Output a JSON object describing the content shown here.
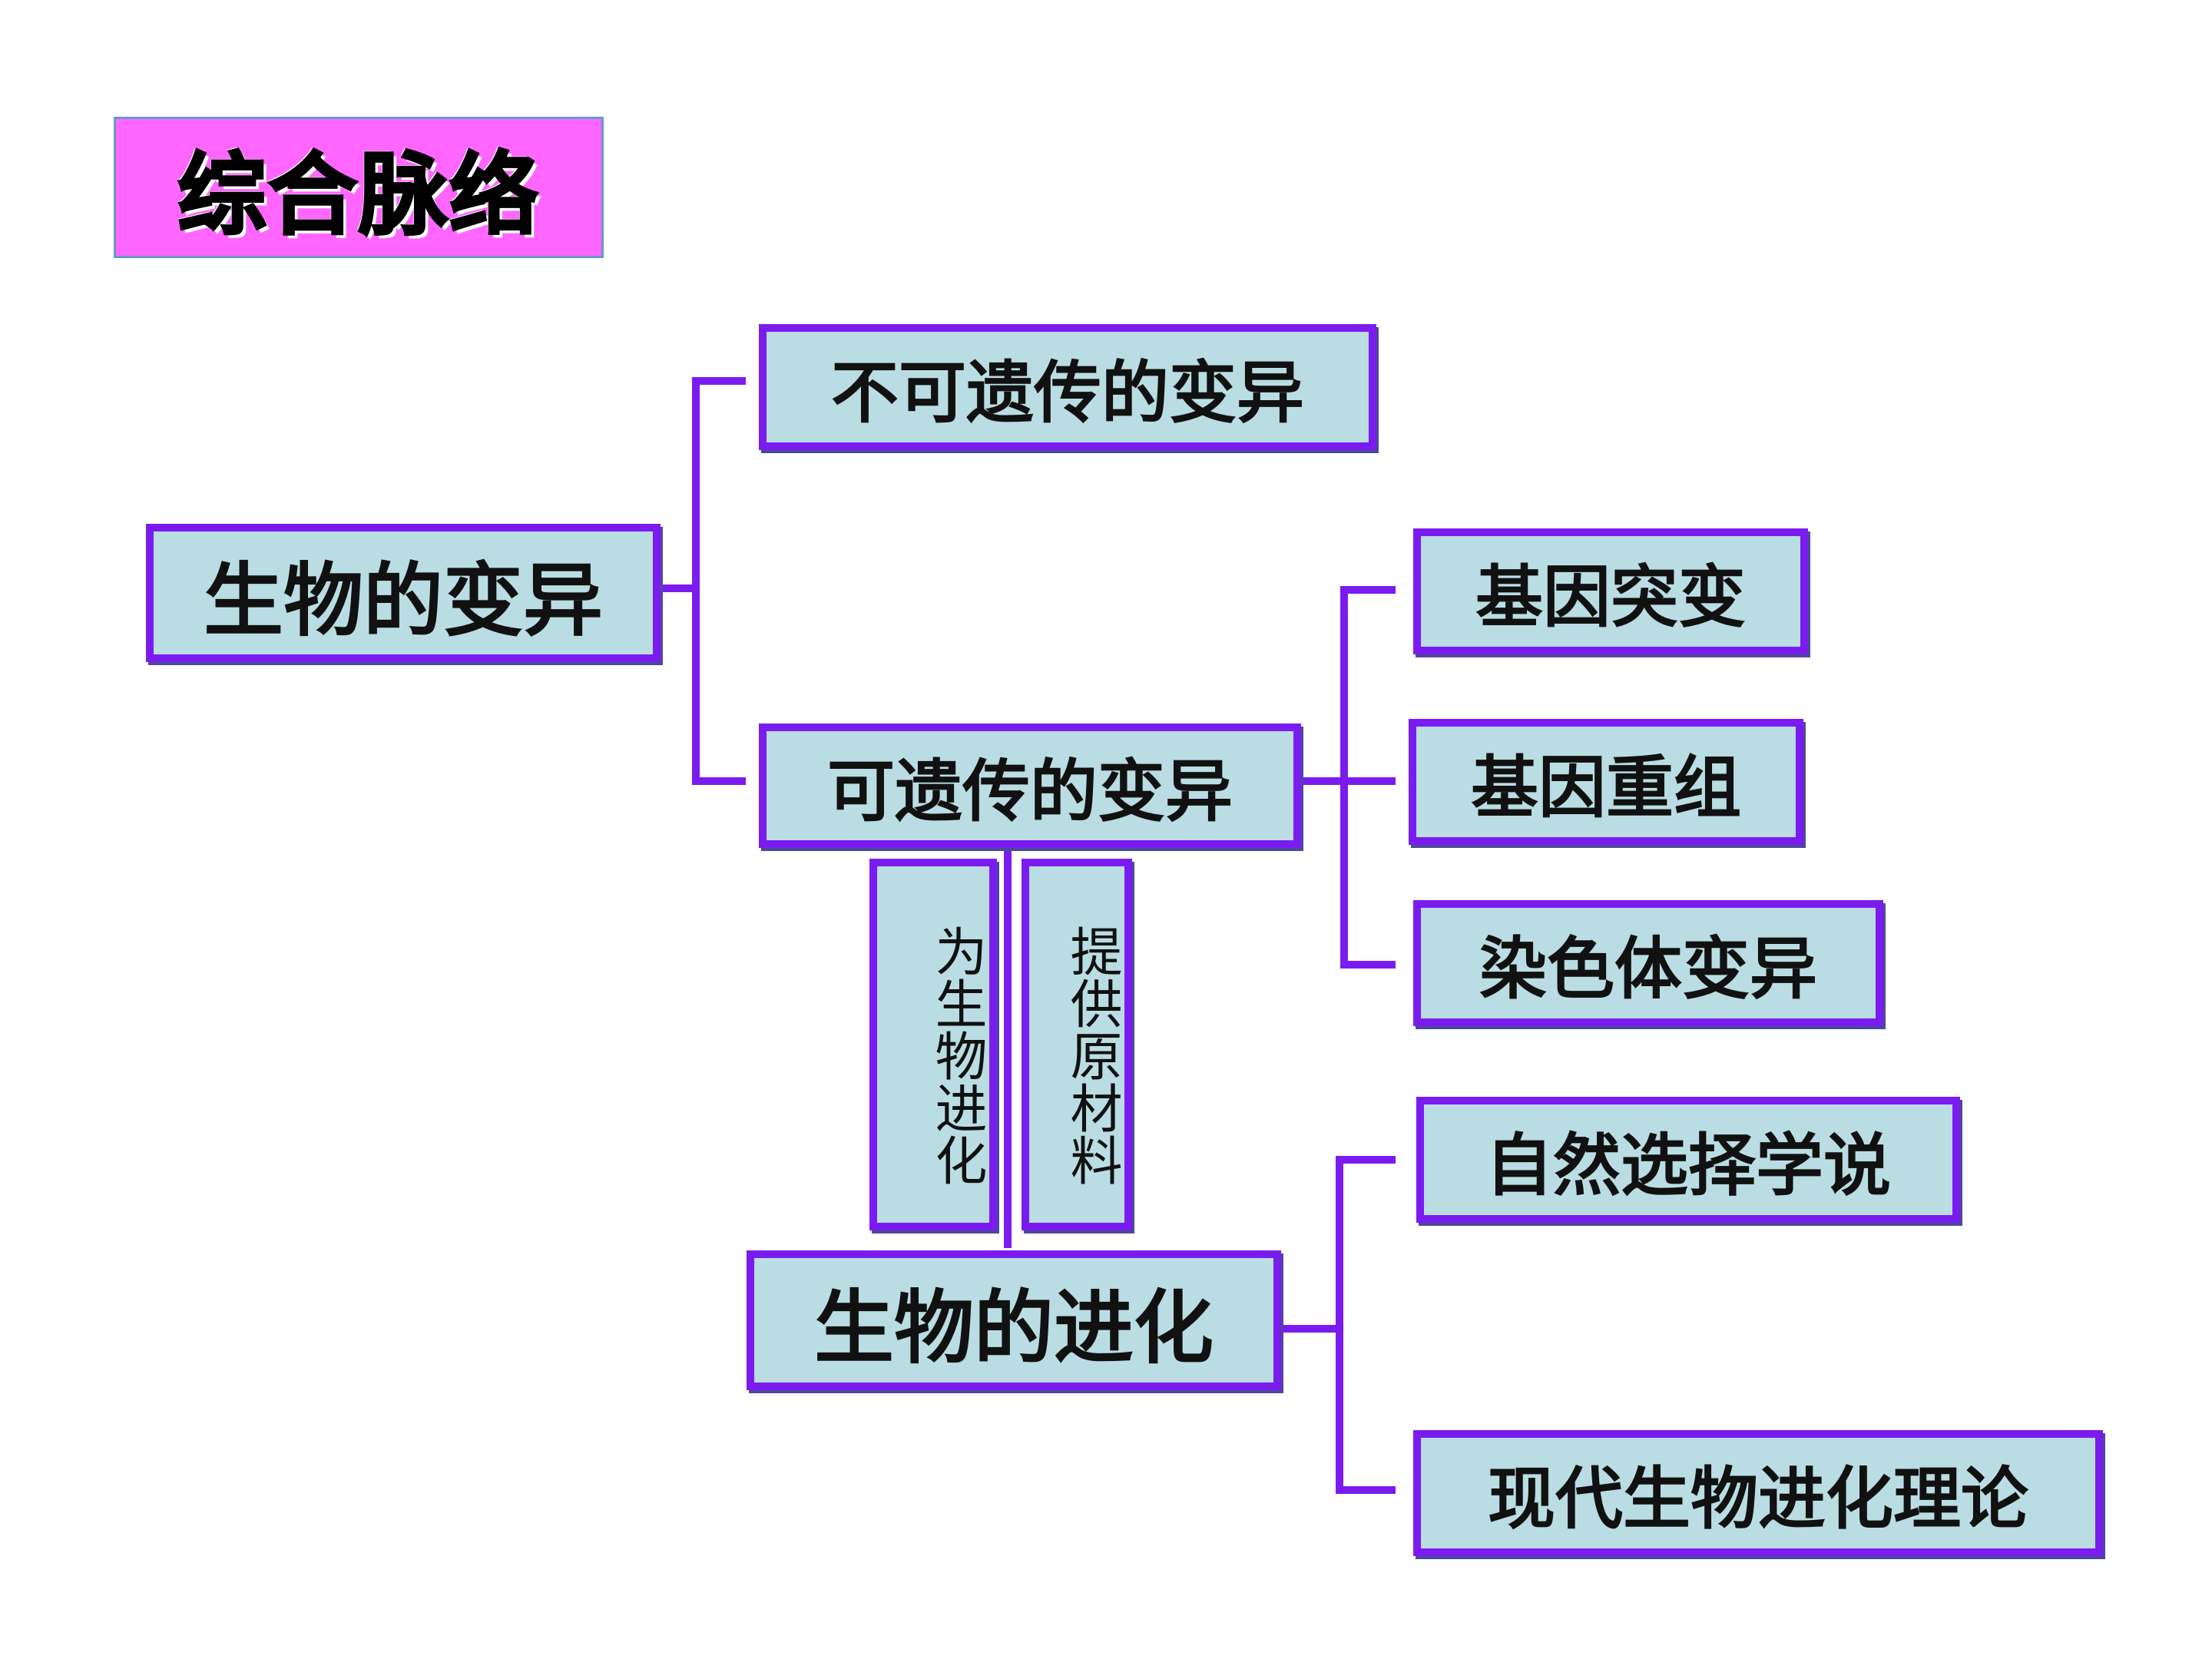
{
  "title": "综合脉络",
  "nodes": {
    "root_variation": "生物的变异",
    "non_heritable": "不可遗传的变异",
    "heritable": "可遗传的变异",
    "gene_mutation": "基因突变",
    "gene_recombination": "基因重组",
    "chromosome_variation": "染色体变异",
    "evolution": "生物的进化",
    "natural_selection": "自然选择学说",
    "modern_theory": "现代生物进化理论",
    "label_for_evolution": "为生物进化",
    "label_raw_material": "提供原材料"
  },
  "colors": {
    "box_fill": "#b9dde2",
    "box_border": "#7a1cf0",
    "connector": "#7a1cf0",
    "title_fill": "#ff66ff"
  }
}
